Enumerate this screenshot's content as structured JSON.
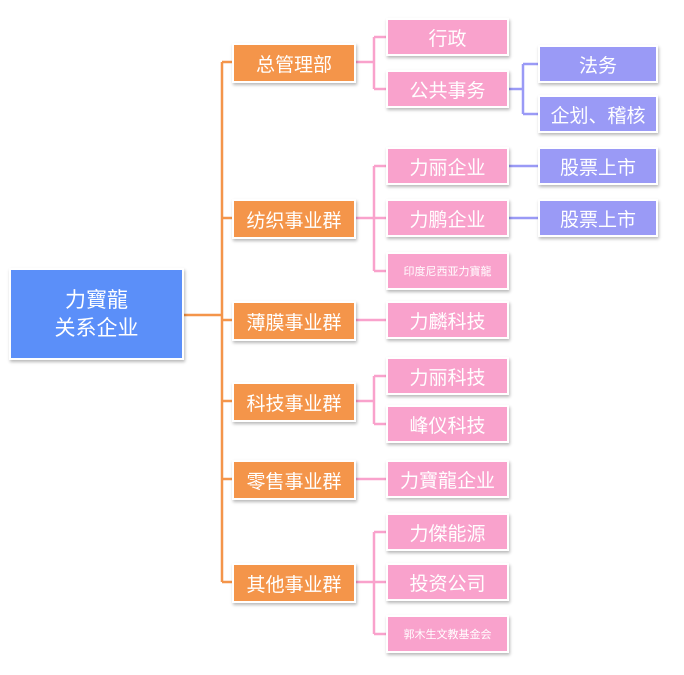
{
  "root": {
    "line1": "力寶龍",
    "line2": "关系企业"
  },
  "divisions": [
    {
      "label": "总管理部"
    },
    {
      "label": "纺织事业群"
    },
    {
      "label": "薄膜事业群"
    },
    {
      "label": "科技事业群"
    },
    {
      "label": "零售事业群"
    },
    {
      "label": "其他事业群"
    }
  ],
  "units": [
    {
      "label": "行政"
    },
    {
      "label": "公共事务"
    },
    {
      "label": "力丽企业"
    },
    {
      "label": "力鹏企业"
    },
    {
      "label": "印度尼西亚力寶龍"
    },
    {
      "label": "力麟科技"
    },
    {
      "label": "力丽科技"
    },
    {
      "label": "峰仪科技"
    },
    {
      "label": "力寶龍企业"
    },
    {
      "label": "力傑能源"
    },
    {
      "label": "投资公司"
    },
    {
      "label": "郭木生文教基金会"
    }
  ],
  "subunits": [
    {
      "label": "法务"
    },
    {
      "label": "企划、稽核"
    },
    {
      "label": "股票上市"
    },
    {
      "label": "股票上市"
    }
  ],
  "colors": {
    "root": "#5b8ff9",
    "division": "#f4954a",
    "unit": "#f9a2cc",
    "subunit": "#9a9af6",
    "connector_orange": "#f4954a",
    "connector_pink": "#f9a2cc",
    "connector_purple": "#9a9af6"
  }
}
